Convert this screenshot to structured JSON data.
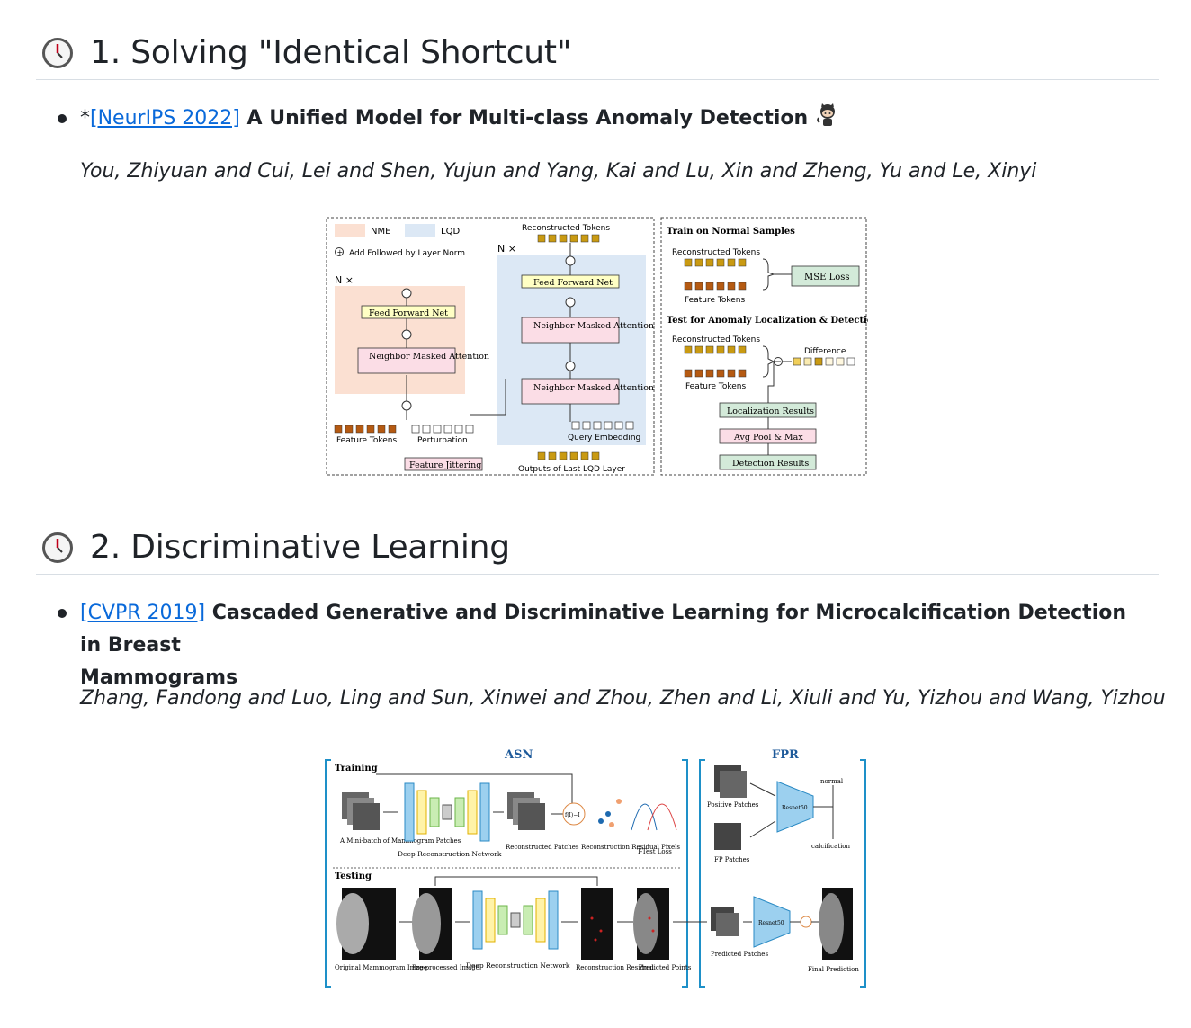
{
  "sections": [
    {
      "heading": "1. Solving \"Identical Shortcut\"",
      "paper": {
        "prefix": "*",
        "venue": "[NeurIPS 2022]",
        "title": "A Unified Model for Multi-class Anomaly Detection",
        "icon": "github-icon",
        "authors": "You, Zhiyuan and Cui, Lei and Shen, Yujun and Yang, Kai and Lu, Xin and Zheng, Yu and Le, Xinyi"
      },
      "figure": {
        "legend_nme": "NME",
        "legend_lqd": "LQD",
        "add_norm": "Add Followed by Layer Norm",
        "nx": "N ×",
        "ffn": "Feed Forward Net",
        "nma": "Neighbor Masked Attention",
        "feature_tokens": "Feature Tokens",
        "perturbation": "Perturbation",
        "feature_jittering": "Feature Jittering",
        "reconstructed_tokens": "Reconstructed Tokens",
        "query_embedding": "Query Embedding",
        "outputs_last": "Outputs of Last LQD Layer",
        "train_title": "Train on Normal Samples",
        "mse_loss": "MSE Loss",
        "test_title": "Test for Anomaly Localization & Detection",
        "difference": "Difference",
        "localization_results": "Localization Results",
        "avg_pool": "Avg Pool & Max",
        "detection_results": "Detection Results"
      }
    },
    {
      "heading": "2. Discriminative Learning",
      "paper": {
        "venue": "[CVPR 2019]",
        "title_line1": "Cascaded Generative and Discriminative Learning for Microcalcification Detection in Breast",
        "title_line2": "Mammograms",
        "authors": "Zhang, Fandong and Luo, Ling and Sun, Xinwei and Zhou, Zhen and Li, Xiuli and Yu, Yizhou and Wang, Yizhou"
      },
      "figure": {
        "asn": "ASN",
        "fpr": "FPR",
        "training": "Training",
        "testing": "Testing",
        "minibatch": "A Mini-batch of Mammogram Patches",
        "deep_recon": "Deep Reconstruction Network",
        "recon_patches": "Reconstructed Patches",
        "recon_residual_pixels": "Reconstruction Residual Pixels",
        "ttest": "T-Test Loss",
        "positive_patches": "Positive Patches",
        "fp_patches": "FP Patches",
        "resnet": "Resnet50",
        "normal": "normal",
        "calcification": "calcification",
        "original": "Original Mammogram Image",
        "preprocessed": "Pre-processed Image",
        "recon_residual": "Reconstruction Residual",
        "predicted_points": "Predicted Points",
        "predicted_patches": "Predicted Patches",
        "final_prediction": "Final Prediction"
      }
    }
  ]
}
